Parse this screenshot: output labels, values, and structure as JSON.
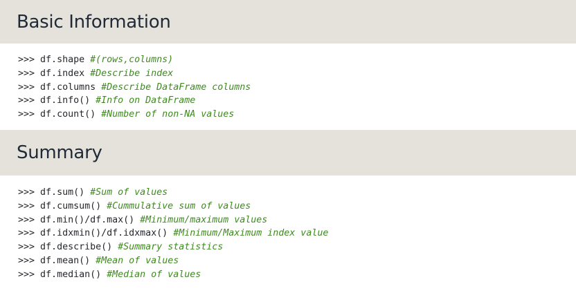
{
  "sections": [
    {
      "title": "Basic Information",
      "lines": [
        {
          "prompt": ">>>",
          "code": "df.shape",
          "comment": "#(rows,columns)"
        },
        {
          "prompt": ">>>",
          "code": "df.index",
          "comment": "#Describe index"
        },
        {
          "prompt": ">>>",
          "code": "df.columns",
          "comment": "#Describe DataFrame columns"
        },
        {
          "prompt": ">>>",
          "code": "df.info()",
          "comment": "#Info on DataFrame"
        },
        {
          "prompt": ">>>",
          "code": "df.count()",
          "comment": "#Number of non-NA values"
        }
      ]
    },
    {
      "title": "Summary",
      "lines": [
        {
          "prompt": ">>>",
          "code": "df.sum()",
          "comment": "#Sum of values"
        },
        {
          "prompt": ">>>",
          "code": "df.cumsum()",
          "comment": "#Cummulative sum of values"
        },
        {
          "prompt": ">>>",
          "code": "df.min()/df.max()",
          "comment": "#Minimum/maximum values"
        },
        {
          "prompt": ">>>",
          "code": "df.idxmin()/df.idxmax()",
          "comment": "#Minimum/Maximum index value"
        },
        {
          "prompt": ">>>",
          "code": "df.describe()",
          "comment": "#Summary statistics"
        },
        {
          "prompt": ">>>",
          "code": "df.mean()",
          "comment": "#Mean of values"
        },
        {
          "prompt": ">>>",
          "code": "df.median()",
          "comment": "#Median of values"
        }
      ]
    }
  ],
  "colors": {
    "header_bg": "#e5e2dc",
    "title": "#1f2a36",
    "code": "#23262b",
    "comment": "#3e8a1f"
  }
}
